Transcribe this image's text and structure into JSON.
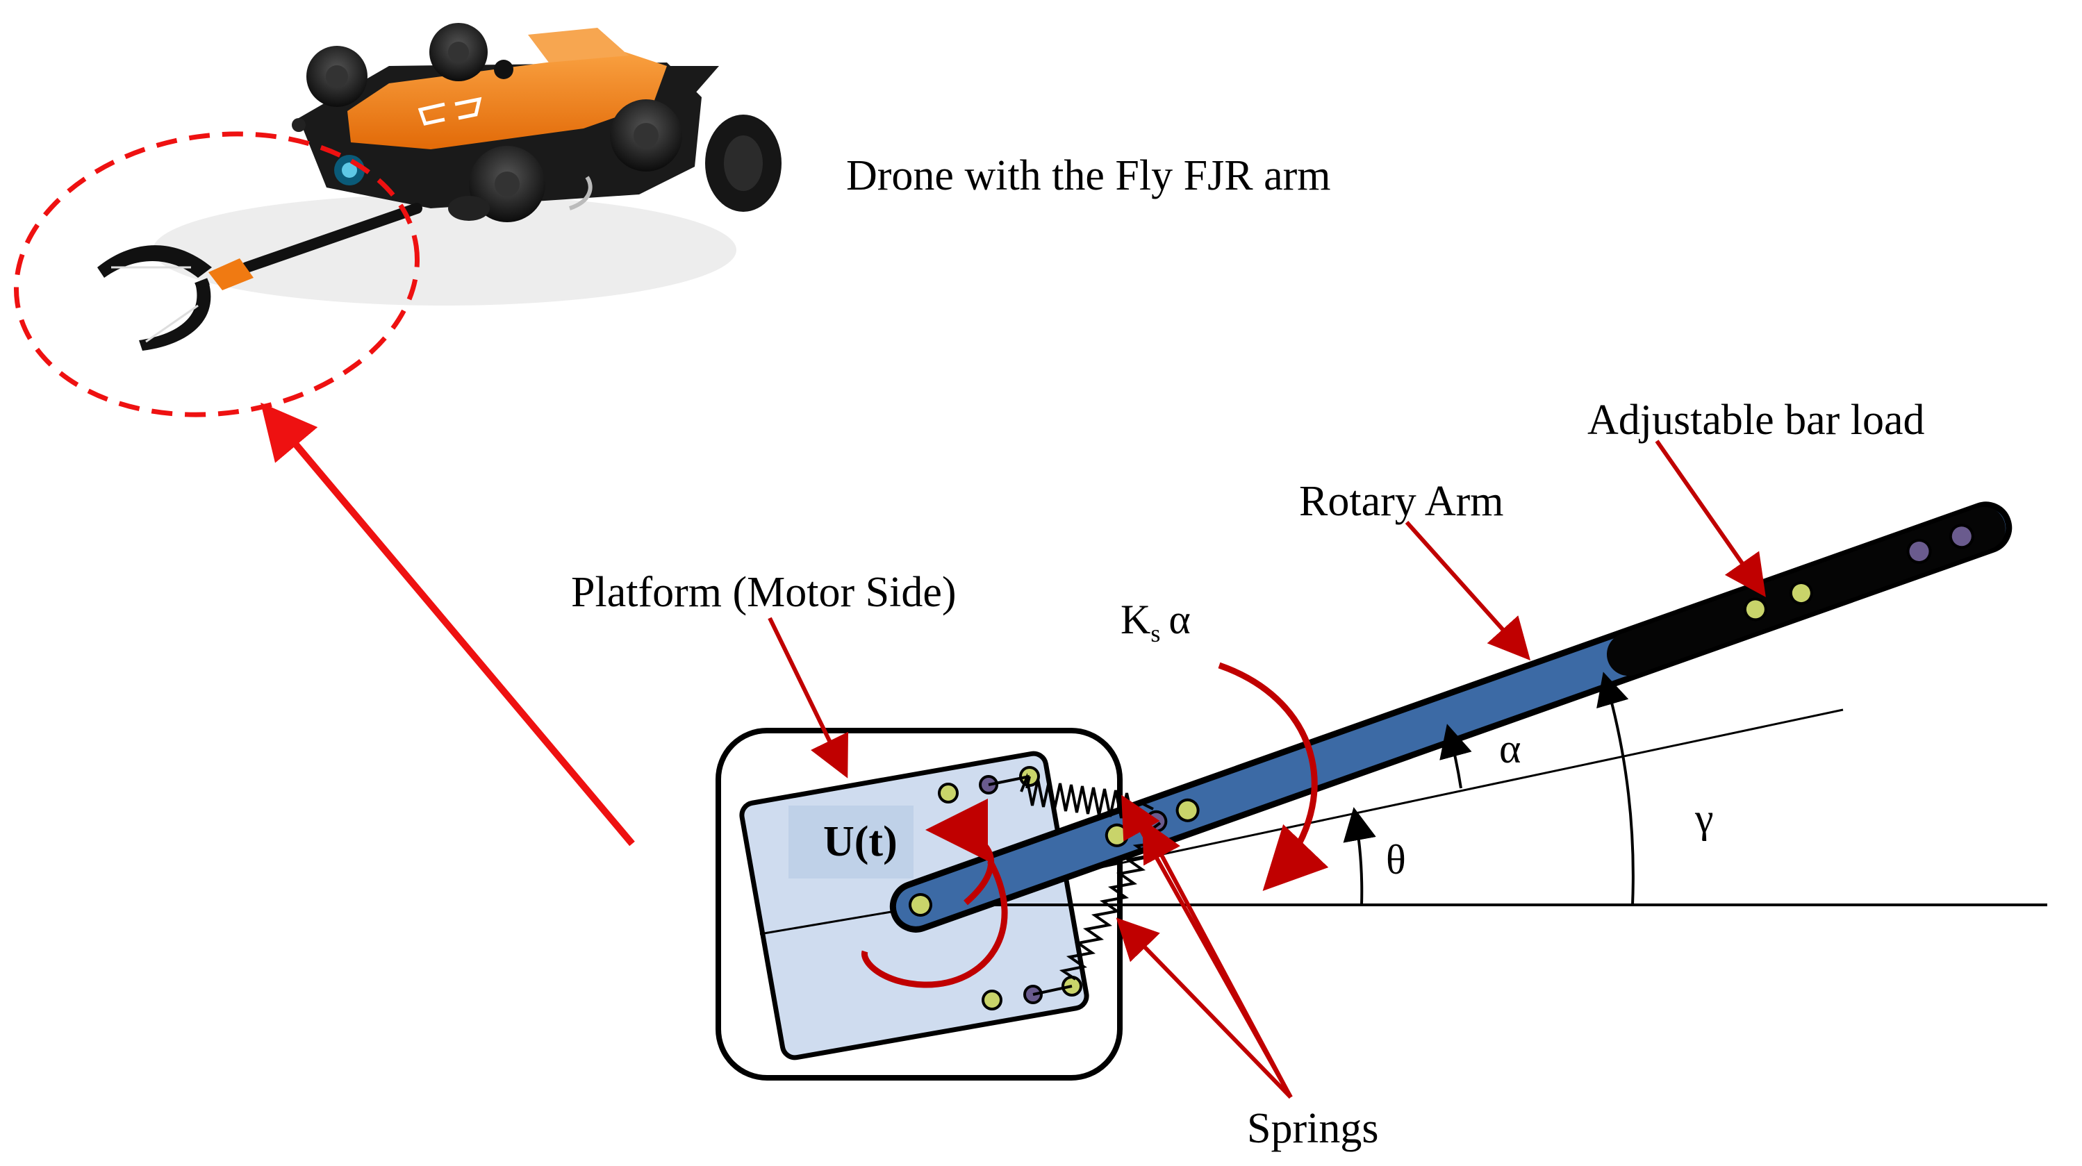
{
  "labels": {
    "drone_caption": "Drone with the Fly FJR arm",
    "adjustable_bar_load": "Adjustable bar load",
    "rotary_arm": "Rotary Arm",
    "platform": "Platform (Motor Side)",
    "springs": "Springs",
    "input_torque": "U(t)",
    "spring_torque_k": "K",
    "spring_torque_sub": "s",
    "spring_torque_alpha": "α",
    "angle_alpha": "α",
    "angle_theta": "θ",
    "angle_gamma": "γ"
  },
  "colors": {
    "pointer_red": "#c00000",
    "bright_red": "#ee1111",
    "arm_blue": "#3c6aa5",
    "platform_fill": "#cfdcef",
    "drone_orange": "#f07a12",
    "drone_body": "#1a1a1a",
    "dot_green": "#c9d46a",
    "dot_purple": "#6a5b8e"
  }
}
